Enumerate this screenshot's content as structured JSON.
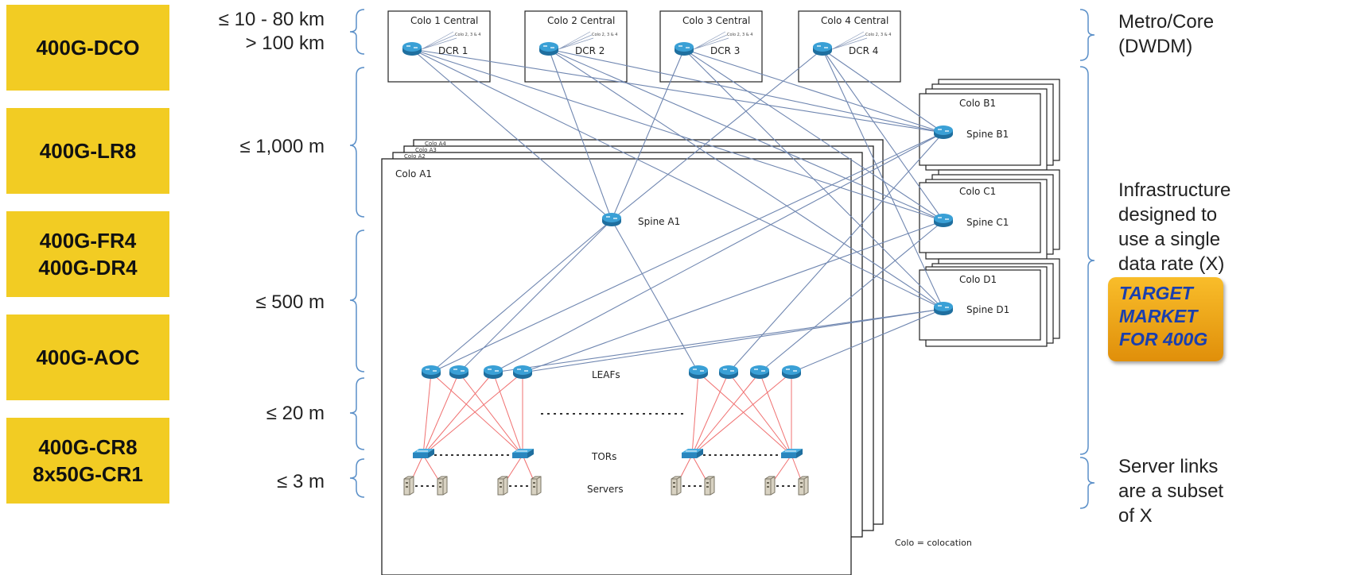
{
  "tech_labels": {
    "dco": "400G-DCO",
    "lr8": "400G-LR8",
    "fr4_dr4": "400G-FR4\n400G-DR4",
    "aoc": "400G-AOC",
    "cr8": "400G-CR8\n8x50G-CR1"
  },
  "distances": {
    "metro": "≤ 10 - 80 km\n> 100 km",
    "d1000": "≤ 1,000 m",
    "d500": "≤ 500 m",
    "d20": "≤ 20 m",
    "d3": "≤ 3 m"
  },
  "right_labels": {
    "metro_core": "Metro/Core\n(DWDM)",
    "infrastructure": "Infrastructure\ndesigned to\nuse a single\ndata rate (X)",
    "target": "TARGET\nMARKET\nFOR 400G",
    "server_links": "Server links\nare a subset\nof X"
  },
  "diagram": {
    "colo_central": [
      "Colo 1 Central",
      "Colo 2 Central",
      "Colo 3 Central",
      "Colo 4 Central"
    ],
    "colo_central_sub": "Colo 2, 3 & 4",
    "dcr": [
      "DCR 1",
      "DCR 2",
      "DCR 3",
      "DCR 4"
    ],
    "colo_a_stack": [
      "Colo A4",
      "Colo A3",
      "Colo A2"
    ],
    "colo_a1": "Colo A1",
    "spine_a1": "Spine A1",
    "colo_b1": "Colo B1",
    "spine_b1": "Spine B1",
    "colo_c1": "Colo C1",
    "spine_c1": "Spine C1",
    "colo_d1": "Colo D1",
    "spine_d1": "Spine D1",
    "leafs": "LEAFs",
    "tors": "TORs",
    "servers": "Servers",
    "colo_note": "Colo = colocation"
  },
  "colors": {
    "tag_bg": "#f2cc23",
    "link_blue": "#6f86b0",
    "link_red": "#f07070",
    "device": "#2f8fc4",
    "bracket": "#5a8fc8",
    "target_text": "#1a3fae"
  }
}
